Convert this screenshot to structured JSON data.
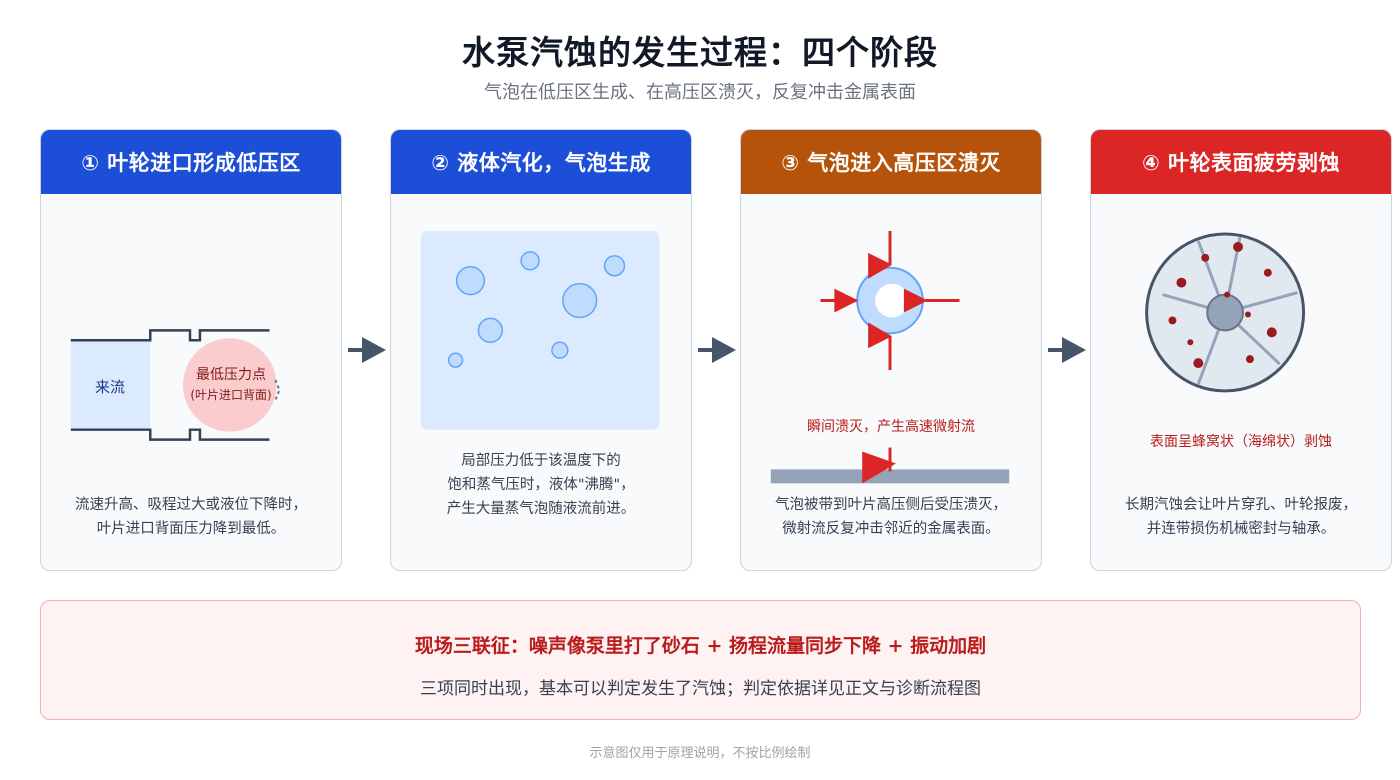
{
  "title": "水泵汽蚀的发生过程：四个阶段",
  "subtitle": "气泡在低压区生成、在高压区溃灭，反复冲击金属表面",
  "colors": {
    "stage1": "#1d4ed8",
    "stage2": "#1d4ed8",
    "stage3": "#b45309",
    "stage4": "#dc2626",
    "accent_red": "#b91c1c",
    "arrow": "#475569"
  },
  "stages": [
    {
      "header": "① 叶轮进口形成低压区",
      "flow_label": "来流",
      "point_label": "最低压力点",
      "point_sublabel": "(叶片进口背面)",
      "text": "流速升高、吸程过大或液位下降时，\n叶片进口背面压力降到最低。"
    },
    {
      "header": "② 液体汽化，气泡生成",
      "text": "局部压力低于该温度下的\n饱和蒸气压时，液体\"沸腾\"，\n产生大量蒸气泡随液流前进。"
    },
    {
      "header": "③ 气泡进入高压区溃灭",
      "note": "瞬间溃灭，产生高速微射流",
      "text": "气泡被带到叶片高压侧后受压溃灭，\n微射流反复冲击邻近的金属表面。"
    },
    {
      "header": "④ 叶轮表面疲劳剥蚀",
      "note": "表面呈蜂窝状（海绵状）剥蚀",
      "text": "长期汽蚀会让叶片穿孔、叶轮报废，\n并连带损伤机械密封与轴承。"
    }
  ],
  "summary": {
    "title": "现场三联征：噪声像泵里打了砂石 + 扬程流量同步下降 + 振动加剧",
    "text": "三项同时出现，基本可以判定发生了汽蚀；判定依据详见正文与诊断流程图"
  },
  "footnote": "示意图仅用于原理说明，不按比例绘制"
}
